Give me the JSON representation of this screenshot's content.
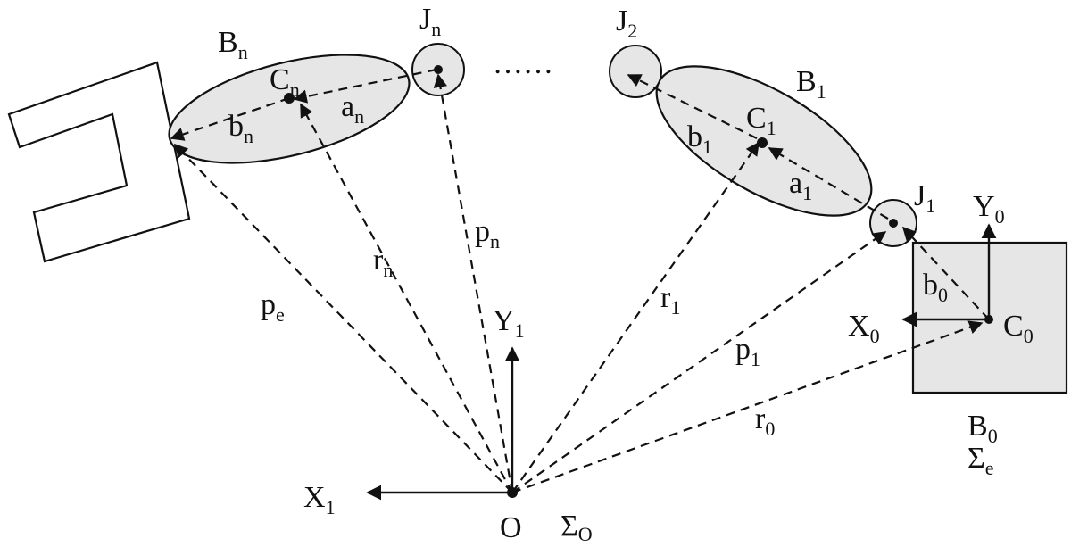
{
  "colors": {
    "ink": "#111111",
    "body_fill": "#e6e6e6",
    "background": "#ffffff"
  },
  "labels": {
    "Bn": {
      "main": "B",
      "sub": "n"
    },
    "Jn": {
      "main": "J",
      "sub": "n"
    },
    "Cn": {
      "main": "C",
      "sub": "n"
    },
    "an": {
      "main": "a",
      "sub": "n"
    },
    "bn": {
      "main": "b",
      "sub": "n"
    },
    "dots": {
      "main": "……",
      "sub": ""
    },
    "J2": {
      "main": "J",
      "sub": "2"
    },
    "B1": {
      "main": "B",
      "sub": "1"
    },
    "C1": {
      "main": "C",
      "sub": "1"
    },
    "b1": {
      "main": "b",
      "sub": "1"
    },
    "a1": {
      "main": "a",
      "sub": "1"
    },
    "J1": {
      "main": "J",
      "sub": "1"
    },
    "Y0": {
      "main": "Y",
      "sub": "0"
    },
    "X0": {
      "main": "X",
      "sub": "0"
    },
    "C0": {
      "main": "C",
      "sub": "0"
    },
    "b0": {
      "main": "b",
      "sub": "0"
    },
    "B0": {
      "main": "B",
      "sub": "0"
    },
    "Se": {
      "main": "Σ",
      "sub": "e"
    },
    "pn": {
      "main": "p",
      "sub": "n"
    },
    "rn": {
      "main": "r",
      "sub": "n"
    },
    "pe": {
      "main": "p",
      "sub": "e"
    },
    "r1": {
      "main": "r",
      "sub": "1"
    },
    "p1": {
      "main": "p",
      "sub": "1"
    },
    "r0": {
      "main": "r",
      "sub": "0"
    },
    "Y1": {
      "main": "Y",
      "sub": "1"
    },
    "X1": {
      "main": "X",
      "sub": "1"
    },
    "O": {
      "main": "O",
      "sub": ""
    },
    "SO": {
      "main": "Σ",
      "sub": "O"
    }
  }
}
